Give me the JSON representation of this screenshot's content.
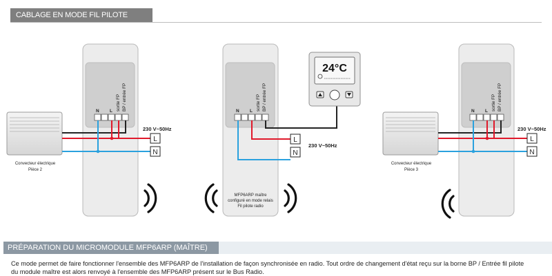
{
  "header": {
    "title": "CABLAGE EN MODE FIL PILOTE RADIO"
  },
  "colors": {
    "red": "#e0182a",
    "blue": "#2aa1de",
    "black": "#222222",
    "panel": "#ececec",
    "module": "#cfcfcf",
    "header_gray": "#7f7f7f",
    "section_header": "#8c98a3"
  },
  "terminal_labels": {
    "n": "N",
    "l": "L",
    "sortie_fp": "sortie FP",
    "bp": "BP / entrée FP"
  },
  "left": {
    "supply_label": "230 V~50Hz",
    "l_box": "L",
    "n_box": "N",
    "convector_caption": [
      "Convecteur électrique",
      "Pièce 2"
    ]
  },
  "middle": {
    "supply_label": "230 V~50Hz",
    "l_box": "L",
    "n_box": "N",
    "master_caption": [
      "MFP6ARP maître",
      "configuré en mode relais",
      "Fil pilote radio"
    ]
  },
  "thermostat": {
    "temperature": "24°C"
  },
  "right": {
    "supply_label": "230 V~50Hz",
    "l_box": "L",
    "n_box": "N",
    "convector_caption": [
      "Convecteur électrique",
      "Pièce 3"
    ]
  },
  "section": {
    "title": "PRÉPARATION DU MICROMODULE MFP6ARP (MAÎTRE)",
    "text_lines": [
      "Ce mode permet de faire fonctionner l'ensemble des MFP6ARP de l'installation de façon synchronisée en radio. Tout ordre de changement d'état reçu sur la borne BP / Entrée fil pilote",
      "du module maître est alors renvoyé à l'ensemble des MFP6ARP présent sur le Bus Radio."
    ]
  }
}
